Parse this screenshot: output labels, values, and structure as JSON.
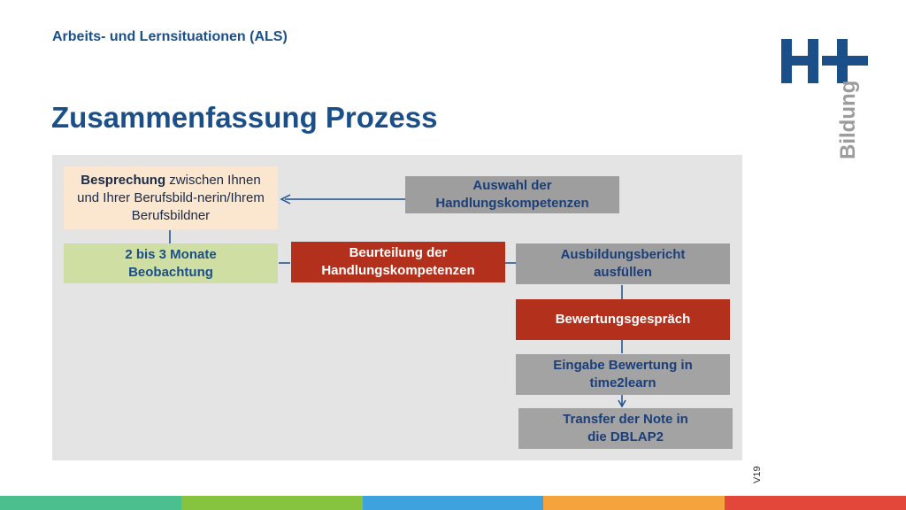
{
  "header": {
    "subtitle": "Arbeits- und Lernsituationen (ALS)",
    "title": "Zusammenfassung Prozess"
  },
  "logo": {
    "mark": "H+",
    "word": "Bildung"
  },
  "diagram": {
    "besprechung": {
      "bold": "Besprechung",
      "rest": " zwischen Ihnen und Ihrer Berufsbild-nerin/Ihrem Berufsbildner"
    },
    "auswahl": "Auswahl der Handlungskompetenzen",
    "beobachtung": "2 bis 3 Monate Beobachtung",
    "beurteilung": "Beurteilung der Handlungskompetenzen",
    "ausbildungsbericht": "Ausbildungsbericht ausfüllen",
    "bewertungsgespraech": "Bewertungsgespräch",
    "eingabe": "Eingabe Bewertung in time2learn",
    "transfer": "Transfer der Note in die DBLAP2"
  },
  "version": "V19",
  "colors": {
    "accent_blue": "#1b4f8a",
    "red": "#b3311c",
    "peach": "#fbe6cf",
    "green": "#cfdfa3",
    "gray": "#9e9e9e",
    "footer": [
      "#4cbf8f",
      "#86c440",
      "#3da2de",
      "#f5a33c",
      "#e2473a"
    ]
  }
}
